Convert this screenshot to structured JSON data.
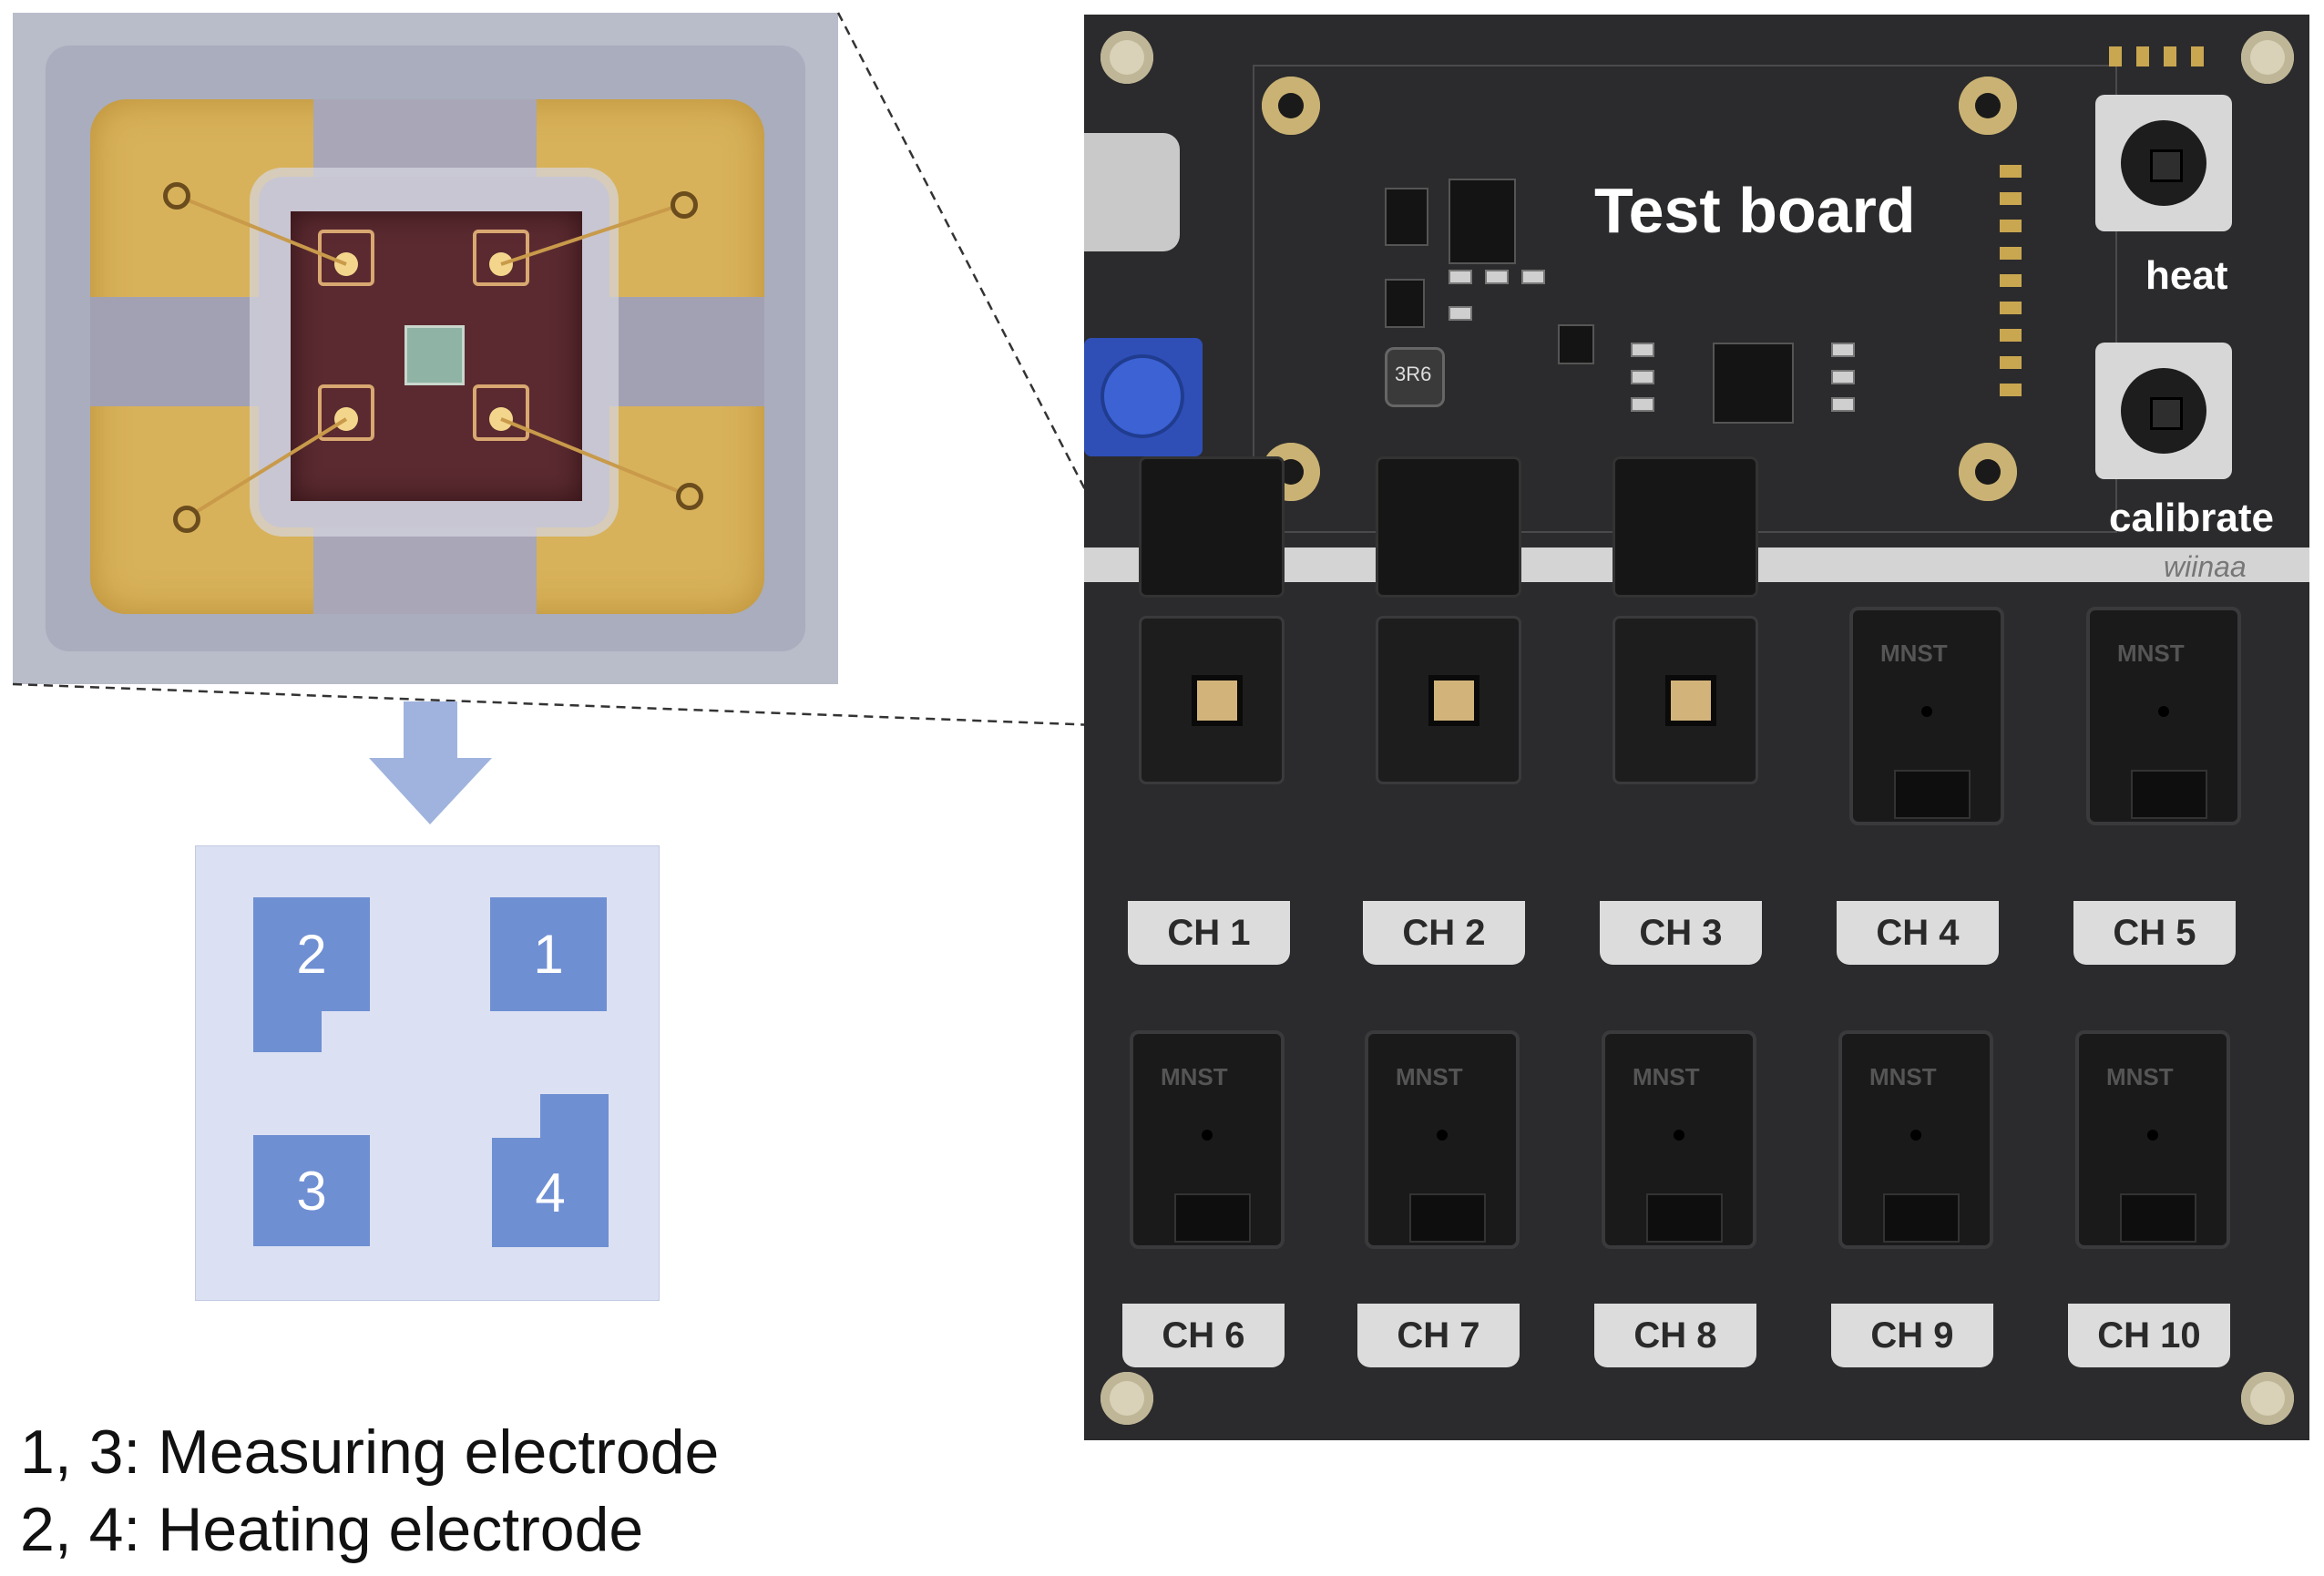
{
  "schematic": {
    "electrodes": [
      {
        "id": "2",
        "label": "2"
      },
      {
        "id": "1",
        "label": "1"
      },
      {
        "id": "3",
        "label": "3"
      },
      {
        "id": "4",
        "label": "4"
      }
    ]
  },
  "legend": {
    "line1": "1, 3: Measuring electrode",
    "line2": "2, 4: Heating electrode"
  },
  "board": {
    "title": "Test board",
    "heat_button_label": "heat",
    "calibrate_button_label": "calibrate",
    "brand": "wiinaa",
    "inductor_marking": "3R6",
    "socket_marking": "MNST",
    "channels_top": [
      "CH 1",
      "CH 2",
      "CH 3",
      "CH 4",
      "CH 5"
    ],
    "channels_bottom": [
      "CH 6",
      "CH 7",
      "CH 8",
      "CH 9",
      "CH 10"
    ]
  },
  "colors": {
    "electrode_fill": "#6f8fd3",
    "schematic_bg": "#dbe1f2",
    "arrow": "#9fb3de",
    "pcb": "#2b2b2d",
    "gold_pad": "#d8b25a"
  }
}
